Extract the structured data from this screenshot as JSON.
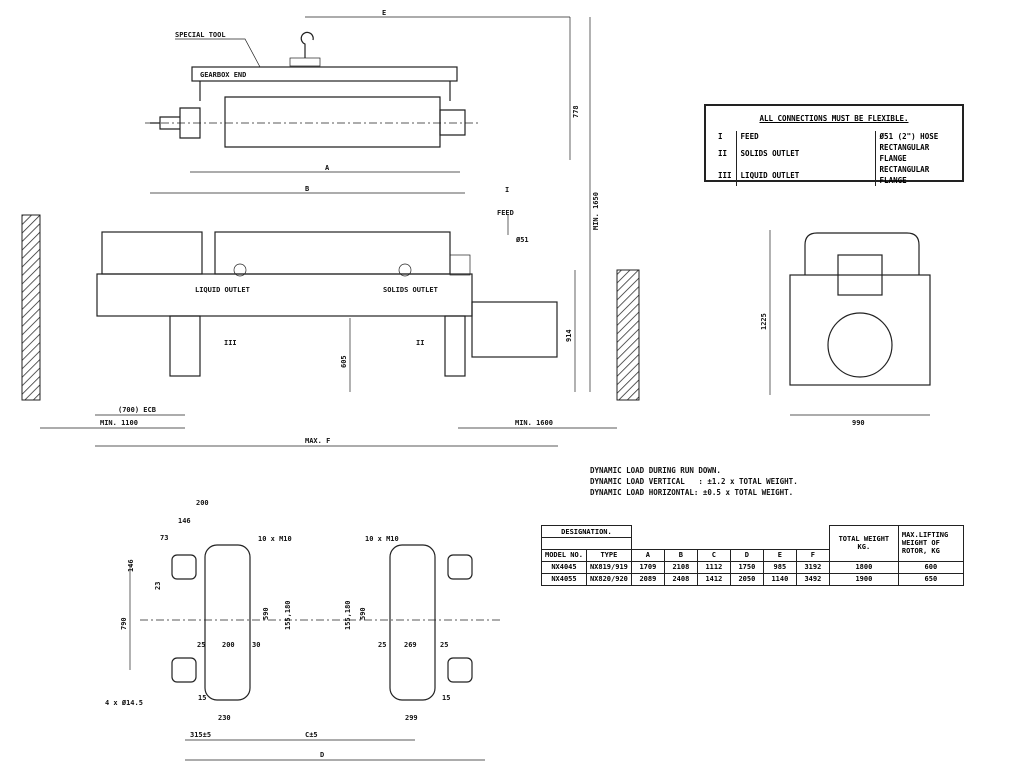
{
  "top_view": {
    "special_tool": "SPECIAL TOOL",
    "gearbox_end": "GEARBOX END",
    "dim_e": "E",
    "dim_a": "A",
    "dim_b": "B",
    "dim_778": "778",
    "dim_min_1650": "MIN. 1650"
  },
  "front_view": {
    "feed_numeral": "I",
    "feed": "FEED",
    "feed_dia": "Ø51",
    "liquid_outlet": "LIQUID OUTLET",
    "solids_outlet": "SOLIDS OUTLET",
    "liquid_numeral": "III",
    "solids_numeral": "II",
    "dim_605": "605",
    "dim_914": "914",
    "dim_ecb": "(700) ECB",
    "dim_min_1100": "MIN. 1100",
    "dim_min_1600": "MIN. 1600",
    "dim_max_f": "MAX. F"
  },
  "side_view": {
    "dim_1225": "1225",
    "dim_990": "990"
  },
  "foundation": {
    "d200": "200",
    "d146a": "146",
    "d73": "73",
    "d146b": "146",
    "d23": "23",
    "d790": "790",
    "m10_left": "10 x M10",
    "m10_right": "10 x M10",
    "d590_l": "590",
    "d155_l": "155,180",
    "d590_r": "590",
    "d155_r": "155,180",
    "d25a": "25",
    "d200b": "200",
    "d30": "30",
    "d25b": "25",
    "d269": "269",
    "d25c": "25",
    "d15a": "15",
    "d15b": "15",
    "d230": "230",
    "d299": "299",
    "holes": "4 x Ø14.5",
    "d315": "315±5",
    "dc": "C±5",
    "dd": "D"
  },
  "connections": {
    "title": "ALL CONNECTIONS MUST BE FLEXIBLE.",
    "rows": [
      {
        "num": "I",
        "name": "FEED",
        "type": "Ø51 (2\") HOSE"
      },
      {
        "num": "II",
        "name": "SOLIDS OUTLET",
        "type": "RECTANGULAR FLANGE"
      },
      {
        "num": "III",
        "name": "LIQUID OUTLET",
        "type": "RECTANGULAR FLANGE"
      }
    ]
  },
  "dynamic_load": [
    "DYNAMIC LOAD DURING RUN DOWN.",
    "DYNAMIC LOAD VERTICAL   : ±1.2 x TOTAL WEIGHT.",
    "DYNAMIC LOAD HORIZONTAL: ±0.5 x TOTAL WEIGHT."
  ],
  "spec_table": {
    "designation": "DESIGNATION.",
    "total_weight": "TOTAL WEIGHT KG.",
    "max_lifting": "MAX.LIFTING WEIGHT OF ROTOR, KG",
    "headers": [
      "MODEL NO.",
      "TYPE",
      "A",
      "B",
      "C",
      "D",
      "E",
      "F"
    ],
    "rows": [
      [
        "NX4045",
        "NX819/919",
        "1709",
        "2108",
        "1112",
        "1750",
        "985",
        "3192",
        "1800",
        "600"
      ],
      [
        "NX4055",
        "NX820/920",
        "2089",
        "2408",
        "1412",
        "2050",
        "1140",
        "3492",
        "1900",
        "650"
      ]
    ]
  }
}
